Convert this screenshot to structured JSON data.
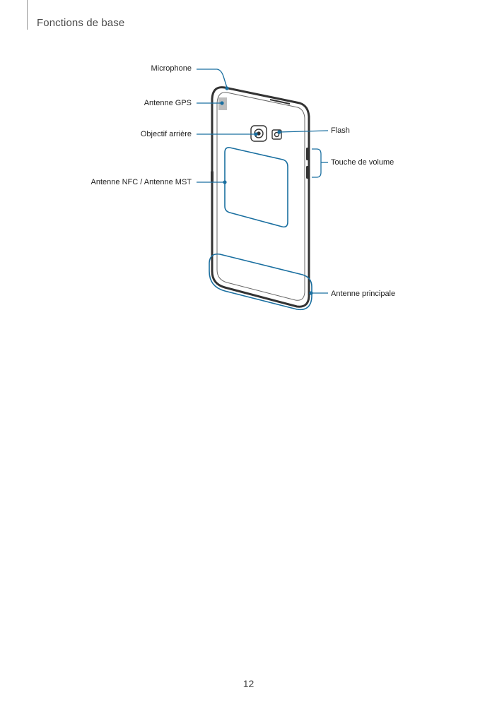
{
  "header": {
    "section_title": "Fonctions de base"
  },
  "figure": {
    "labels": {
      "microphone": "Microphone",
      "gps_antenna": "Antenne GPS",
      "rear_camera": "Objectif arrière",
      "nfc_mst_antenna": "Antenne NFC / Antenne MST",
      "flash": "Flash",
      "volume_key": "Touche de volume",
      "main_antenna": "Antenne principale"
    },
    "colors": {
      "callout": "#1a6fa0",
      "device_outline": "#333333",
      "gps_patch": "#bdbdbd"
    }
  },
  "footer": {
    "page_number": "12"
  }
}
